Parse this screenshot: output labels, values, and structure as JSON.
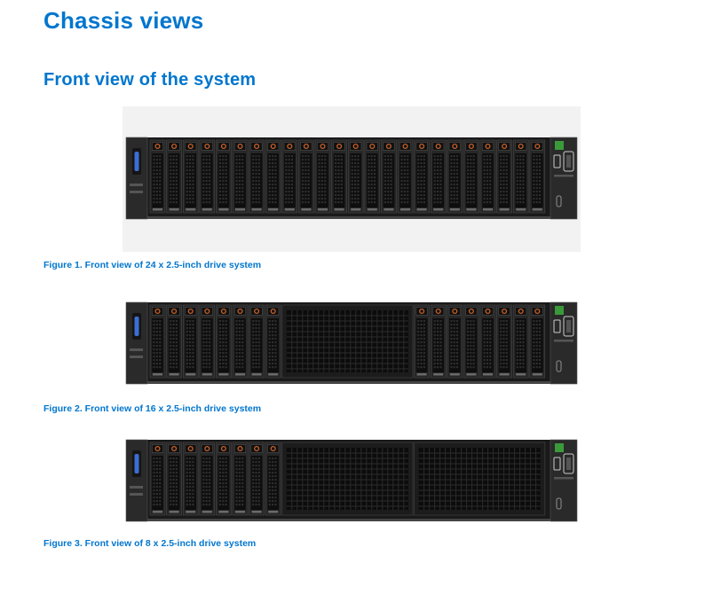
{
  "document": {
    "title": "Chassis views",
    "section_title": "Front view of the system"
  },
  "figures": [
    {
      "caption": "Figure 1. Front view of 24 x 2.5-inch drive system",
      "drive_bays": 24,
      "layout": "24-bay"
    },
    {
      "caption": "Figure 2. Front view of 16 x 2.5-inch drive system",
      "drive_bays": 16,
      "layout": "16-bay"
    },
    {
      "caption": "Figure 3. Front view of 8 x 2.5-inch drive system",
      "drive_bays": 8,
      "layout": "8-bay"
    }
  ],
  "colors": {
    "heading": "#0076ce",
    "chassis": "#1a1a1a",
    "drive_tab": "#c8612a",
    "power_led": "#3a9a3a",
    "control_led": "#3b6fd4"
  }
}
